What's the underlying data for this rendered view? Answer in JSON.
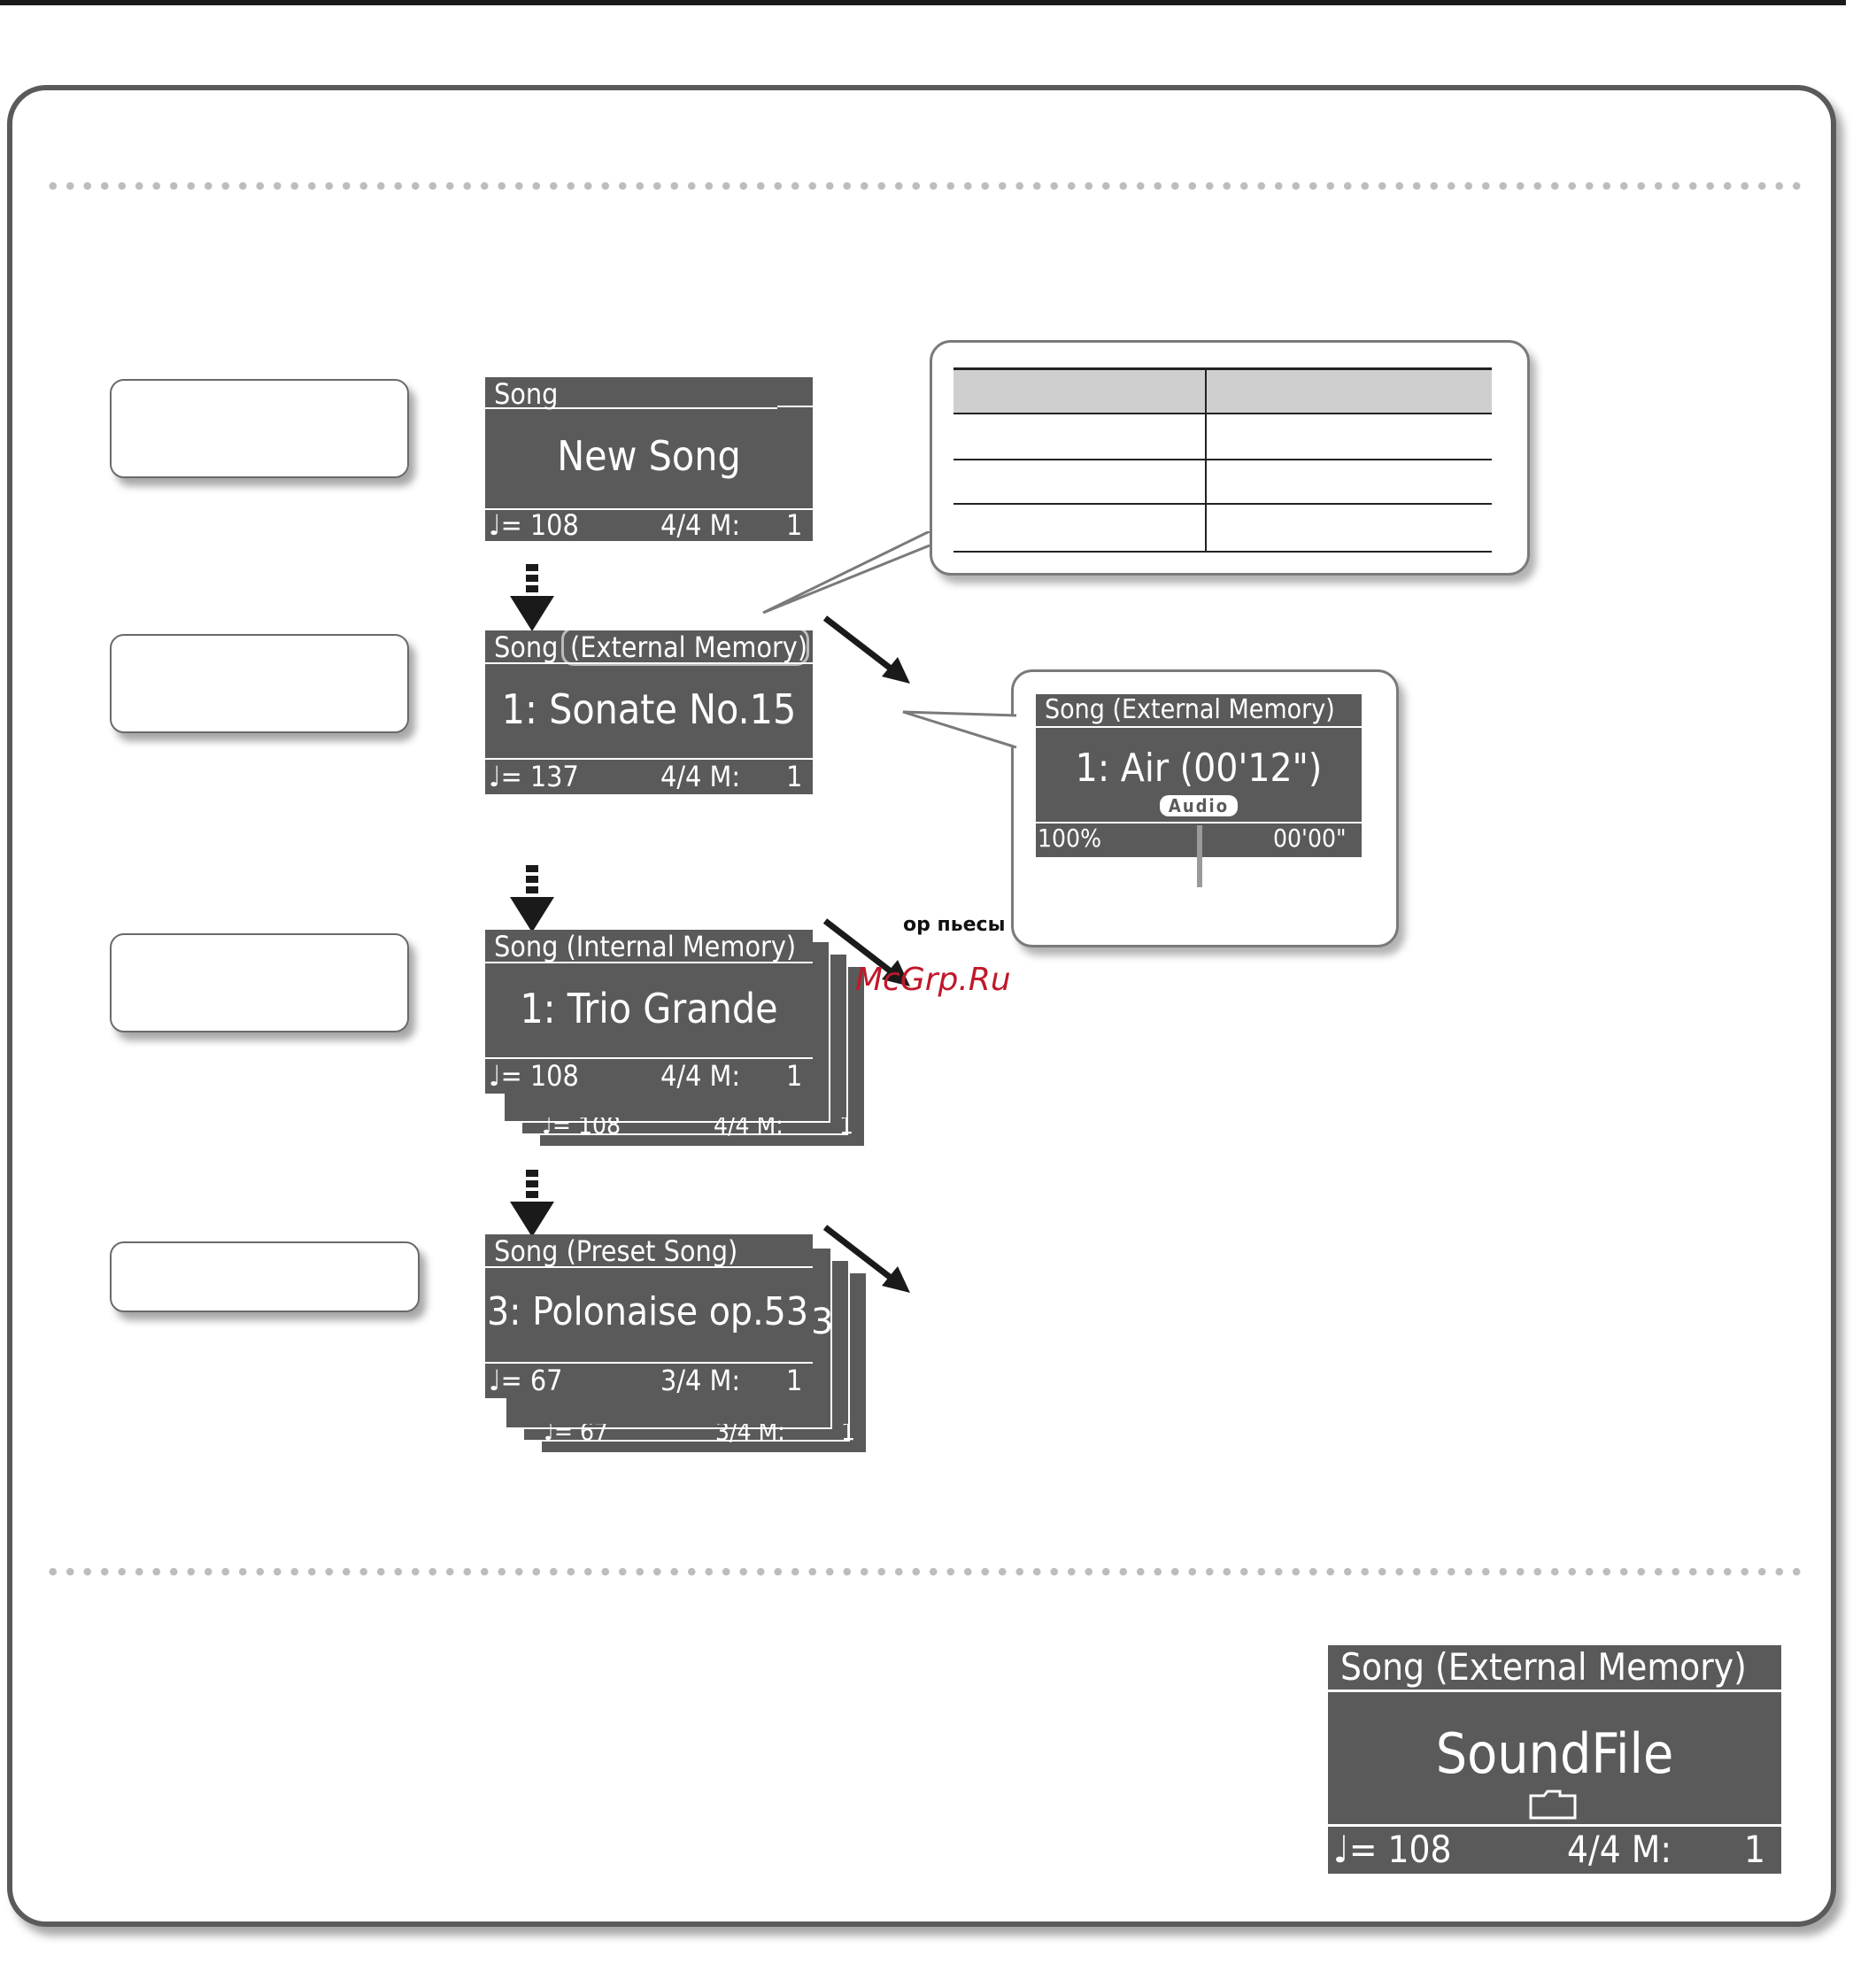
{
  "lcd_new_song": {
    "header": "Song",
    "title": "New Song",
    "tempo": "♩= 108",
    "meter": "4/4  M:",
    "measure": "1"
  },
  "lcd_external": {
    "header_left": "Song",
    "header_right": "(External Memory)",
    "title": "1: Sonate No.15",
    "tempo": "♩= 137",
    "meter": "4/4  M:",
    "measure": "1"
  },
  "lcd_internal": {
    "header": "Song (Internal Memory)",
    "title": "1: Trio Grande",
    "tempo": "♩= 108",
    "meter": "4/4  M:",
    "measure": "1",
    "stack_tempo": "♩= 108",
    "stack_meter": "4/4  M:",
    "stack_measure": "1"
  },
  "lcd_preset": {
    "header": "Song (Preset Song)",
    "title": "3: Polonaise op.53",
    "tempo": "♩=  67",
    "meter": "3/4  M:",
    "measure": "1",
    "stack_tempo": "♩=  67",
    "stack_meter": "3/4  M:",
    "stack_measure": "1",
    "stack_digit": "3"
  },
  "lcd_audio": {
    "header": "Song (External Memory)",
    "title": "1: Air (00'12\")",
    "badge": "Audio",
    "volume": "100%",
    "time": "00'00\""
  },
  "lcd_soundfile": {
    "header": "Song (External Memory)",
    "title": "SoundFile",
    "tempo": "♩= 108",
    "meter": "4/4  M:",
    "measure": "1"
  },
  "note_text": "ор пьесы",
  "watermark": "McGrp.Ru",
  "colors": {
    "lcd_bg": "#5a5a5a",
    "border": "#5a5a5a",
    "watermark": "#c0182a"
  }
}
